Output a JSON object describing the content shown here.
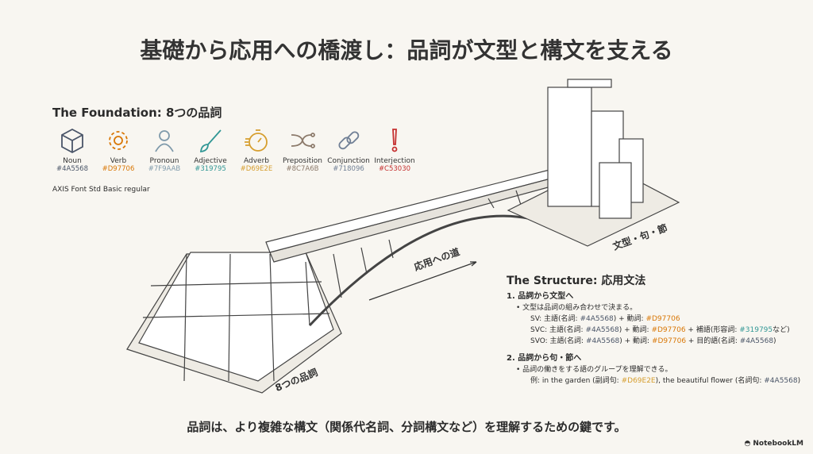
{
  "title": "基礎から応用への橋渡し：品詞が文型と構文を支える",
  "foundation": {
    "title": "The Foundation: 8つの品詞",
    "font_note": "AXIS Font Std Basic regular",
    "items": [
      {
        "name": "Noun",
        "hex": "#4A5568",
        "icon": "cube-icon"
      },
      {
        "name": "Verb",
        "hex": "#D97706",
        "icon": "gear-icon"
      },
      {
        "name": "Pronoun",
        "hex": "#7F9AAB",
        "icon": "person-icon"
      },
      {
        "name": "Adjective",
        "hex": "#319795",
        "icon": "paintbrush-icon"
      },
      {
        "name": "Adverb",
        "hex": "#D69E2E",
        "icon": "stopwatch-icon"
      },
      {
        "name": "Preposition",
        "hex": "#8C7A6B",
        "icon": "shuffle-icon"
      },
      {
        "name": "Conjunction",
        "hex": "#718096",
        "icon": "link-icon"
      },
      {
        "name": "Interjection",
        "hex": "#C53030",
        "icon": "exclamation-icon"
      }
    ]
  },
  "illustration": {
    "road_label": "応用への道",
    "top_label": "文型・句・節",
    "base_label": "8つの品詞"
  },
  "structure": {
    "title": "The Structure: 応用文法",
    "s1": {
      "heading": "1. 品詞から文型へ",
      "bullet": "文型は品詞の組み合わせで決まる。",
      "sv": [
        "SV: 主語(名詞: ",
        "#4A5568",
        ") + 動詞: ",
        "#D97706"
      ],
      "svc": [
        "SVC: 主語(名詞: ",
        "#4A5568",
        ") + 動詞: ",
        "#D97706",
        " + 補語(形容詞: ",
        "#319795",
        "など)"
      ],
      "svo": [
        "SVO: 主語(名詞: ",
        "#4A5568",
        ") + 動詞: ",
        "#D97706",
        " + 目的語(名詞: ",
        "#4A5568",
        ")"
      ]
    },
    "s2": {
      "heading": "2. 品詞から句・節へ",
      "bullet": "品詞の働きをする語のグループを理解できる。",
      "ex": [
        "例: in the garden (副詞句: ",
        "#D69E2E",
        "), the beautiful flower (名詞句: ",
        "#4A5568",
        ")"
      ]
    }
  },
  "footer": "品詞は、より複雑な構文（関係代名詞、分詞構文など）を理解するための鍵です。",
  "brand": "NotebookLM"
}
